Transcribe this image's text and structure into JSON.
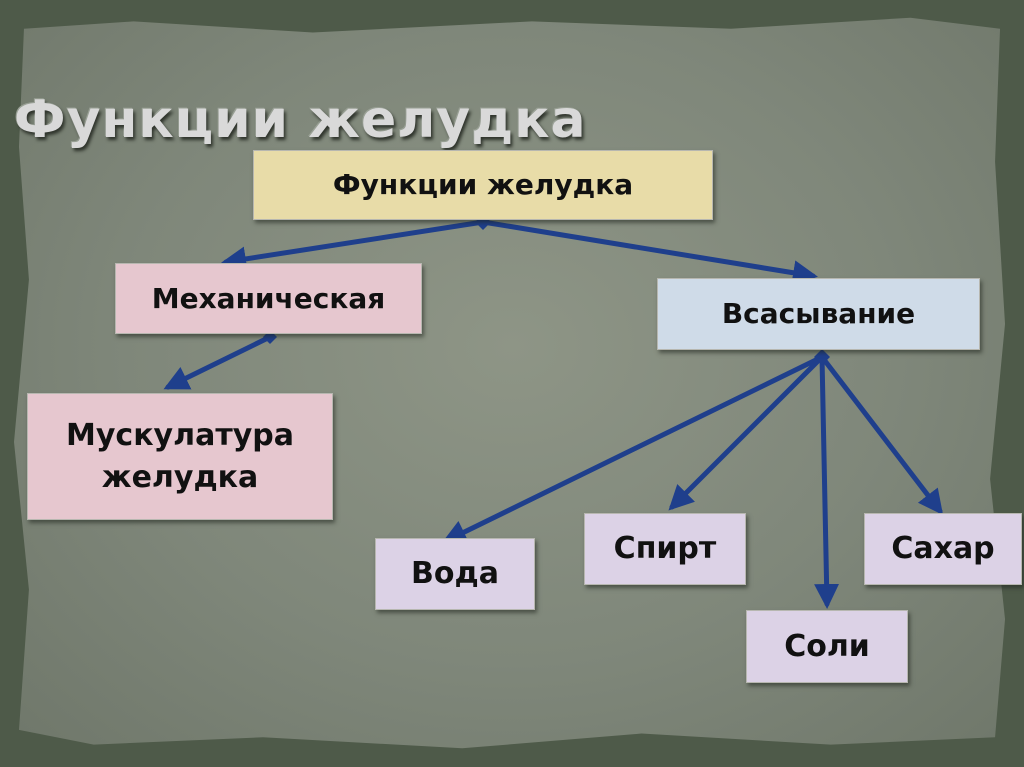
{
  "slide_title": "Функции желудка",
  "nodes": {
    "root": "Функции желудка",
    "mechanical": "Механическая",
    "muscles_line1": "Мускулатура",
    "muscles_line2": "желудка",
    "absorption": "Всасывание",
    "water": "Вода",
    "alcohol": "Спирт",
    "salts": "Соли",
    "sugar": "Сахар"
  },
  "colors": {
    "arrow": "#1f3f8c",
    "root_fill": "#e8dca8",
    "mechanical_fill": "#e6c7cf",
    "absorption_fill": "#cfdbe8",
    "leaf_fill": "#dcd2e6"
  }
}
